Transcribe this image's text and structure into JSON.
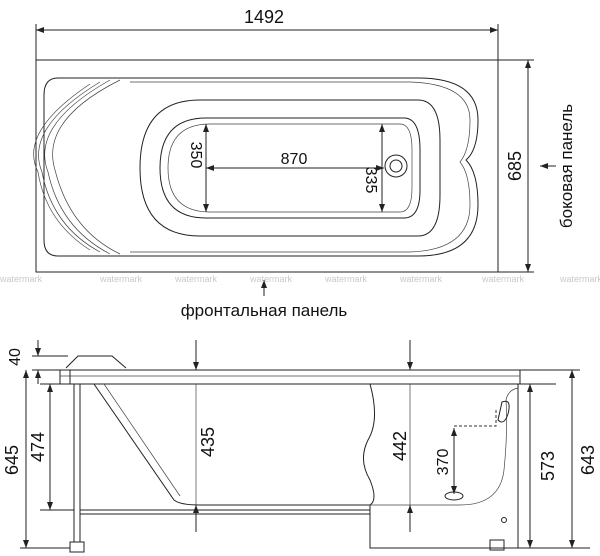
{
  "top_view": {
    "overall_length": "1492",
    "overall_width": "685",
    "inner_length": "870",
    "inner_width_left": "350",
    "inner_width_right": "335",
    "side_panel_label": "боковая панель",
    "front_panel_label": "фронтальная панель"
  },
  "side_view": {
    "rim_height": "40",
    "inner_depth_left": "474",
    "total_height_left": "645",
    "depth_center": "435",
    "depth_right": "442",
    "drain_height": "370",
    "panel_height": "573",
    "total_height_right": "643"
  },
  "watermark": "watermark"
}
